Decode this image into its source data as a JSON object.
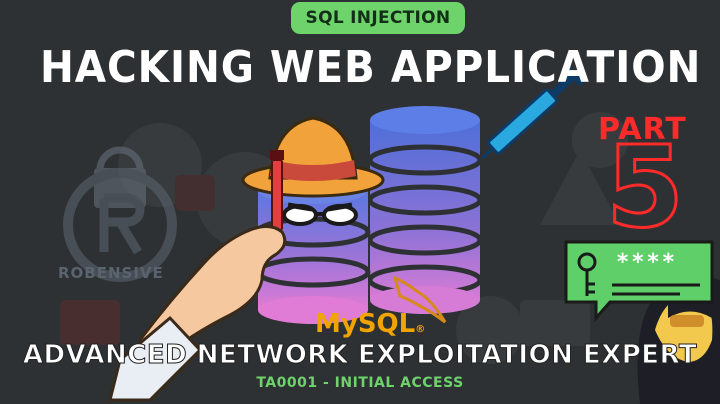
{
  "badge": {
    "label": "SQL INJECTION"
  },
  "header": {
    "title": "HACKING WEB APPLICATION"
  },
  "part": {
    "label": "PART",
    "number": "5"
  },
  "brand": {
    "name": "ROBENSIVE"
  },
  "database": {
    "logo_text": "MySQL",
    "mark": "®"
  },
  "footer": {
    "subtitle": "ADVANCED NETWORK EXPLOITATION EXPERT",
    "tag": "TA0001 - INITIAL ACCESS"
  },
  "password": {
    "mask": "****"
  },
  "colors": {
    "background": "#2e3133",
    "badge_green": "#6fd36b",
    "accent_red": "#ff2a2a",
    "db_blue": "#4f6fd8",
    "db_pink": "#e07bd6",
    "mysql_orange": "#f0a400"
  }
}
